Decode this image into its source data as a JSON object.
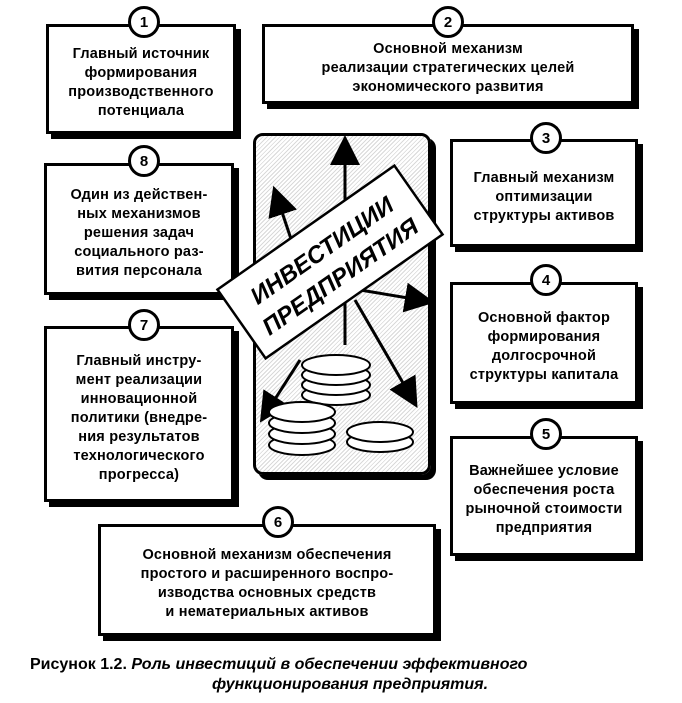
{
  "boxes": [
    {
      "num": "1",
      "text": "Главный источник\nформирования\nпроизводственного\nпотенциала"
    },
    {
      "num": "2",
      "text": "Основной механизм\nреализации стратегических целей\nэкономического развития"
    },
    {
      "num": "3",
      "text": "Главный механизм\nоптимизации\nструктуры активов"
    },
    {
      "num": "4",
      "text": "Основной фактор\nформирования\nдолгосрочной\nструктуры капитала"
    },
    {
      "num": "5",
      "text": "Важнейшее условие\nобеспечения роста\nрыночной стоимости\nпредприятия"
    },
    {
      "num": "6",
      "text": "Основной механизм обеспечения\nпростого и расширенного воспро-\nизводства основных средств\nи нематериальных активов"
    },
    {
      "num": "7",
      "text": "Главный инстру-\nмент реализации\nинновационной\nполитики (внедре-\nния результатов\nтехнологического\nпрогресса)"
    },
    {
      "num": "8",
      "text": "Один из действен-\nных механизмов\nрешения задач\nсоциального раз-\nвития персонала"
    }
  ],
  "center": {
    "label_line1": "ИНВЕСТИЦИИ",
    "label_line2": "ПРЕДПРИЯТИЯ"
  },
  "caption": {
    "number": "Рисунок 1.2.",
    "line1": "Роль инвестиций в обеспечении эффективного",
    "line2": "функционирования предприятия."
  }
}
